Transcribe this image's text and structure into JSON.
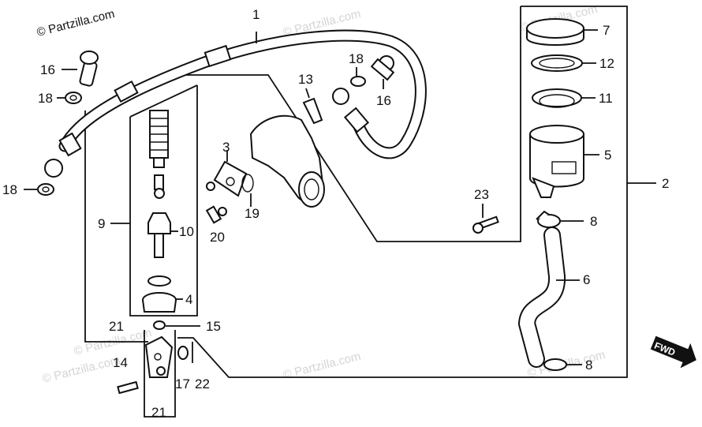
{
  "watermark": {
    "corner": "© Partzilla.com",
    "repeat": "© Partzilla.com"
  },
  "fwd_label": "FWD",
  "callouts": [
    {
      "id": "p1",
      "text": "1"
    },
    {
      "id": "p2",
      "text": "2"
    },
    {
      "id": "p3",
      "text": "3"
    },
    {
      "id": "p4",
      "text": "4"
    },
    {
      "id": "p5",
      "text": "5"
    },
    {
      "id": "p6",
      "text": "6"
    },
    {
      "id": "p7",
      "text": "7"
    },
    {
      "id": "p8a",
      "text": "8"
    },
    {
      "id": "p8b",
      "text": "8"
    },
    {
      "id": "p9",
      "text": "9"
    },
    {
      "id": "p10",
      "text": "10"
    },
    {
      "id": "p11",
      "text": "11"
    },
    {
      "id": "p12",
      "text": "12"
    },
    {
      "id": "p13",
      "text": "13"
    },
    {
      "id": "p14",
      "text": "14"
    },
    {
      "id": "p15",
      "text": "15"
    },
    {
      "id": "p16a",
      "text": "16"
    },
    {
      "id": "p16b",
      "text": "16"
    },
    {
      "id": "p17",
      "text": "17"
    },
    {
      "id": "p18a",
      "text": "18"
    },
    {
      "id": "p18b",
      "text": "18"
    },
    {
      "id": "p18c",
      "text": "18"
    },
    {
      "id": "p19",
      "text": "19"
    },
    {
      "id": "p20",
      "text": "20"
    },
    {
      "id": "p21a",
      "text": "21"
    },
    {
      "id": "p21b",
      "text": "21"
    },
    {
      "id": "p22",
      "text": "22"
    },
    {
      "id": "p23",
      "text": "23"
    }
  ]
}
